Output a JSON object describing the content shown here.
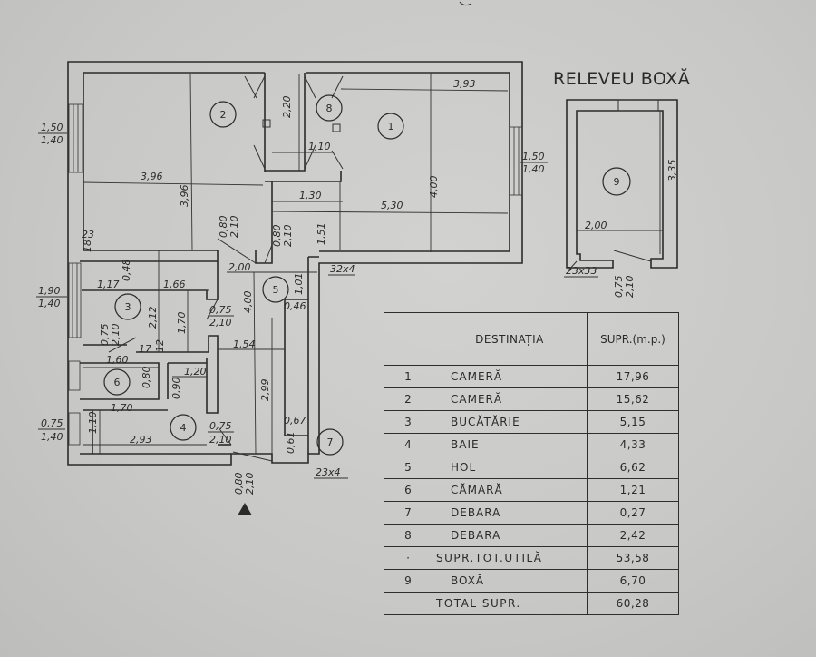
{
  "title": "RELEVEU BOXĂ",
  "legend": {
    "header": {
      "destination": "DESTINAȚIA",
      "area": "SUPR.(m.p.)"
    },
    "rows": [
      {
        "index": "1",
        "destination": "CAMERĂ",
        "area": "17,96"
      },
      {
        "index": "2",
        "destination": "CAMERĂ",
        "area": "15,62"
      },
      {
        "index": "3",
        "destination": "BUCĂTĂRIE",
        "area": "5,15"
      },
      {
        "index": "4",
        "destination": "BAIE",
        "area": "4,33"
      },
      {
        "index": "5",
        "destination": "HOL",
        "area": "6,62"
      },
      {
        "index": "6",
        "destination": "CĂMARĂ",
        "area": "1,21"
      },
      {
        "index": "7",
        "destination": "DEBARA",
        "area": "0,27"
      },
      {
        "index": "8",
        "destination": "DEBARA",
        "area": "2,42"
      },
      {
        "index": "·",
        "destination": "SUPR.TOT.UTILĂ",
        "area": "53,58",
        "summary": true
      },
      {
        "index": "9",
        "destination": "BOXĂ",
        "area": "6,70"
      },
      {
        "index": "",
        "destination": "TOTAL SUPR.",
        "area": "60,28",
        "summary": true
      }
    ]
  },
  "plan": {
    "room_numbers": [
      "1",
      "2",
      "3",
      "4",
      "5",
      "6",
      "7",
      "8",
      "9"
    ],
    "dimensions": {
      "room1_width_top": "3,93",
      "room1_depth": "4,00",
      "room1_width": "5,30",
      "room1_niche": "1,30",
      "room1_niche_depth": "1,51",
      "room2_width": "3,96",
      "room2_depth": "3,96",
      "closet_depth": "2,20",
      "closet_width": "1,10",
      "kitchen_width": "1,17",
      "kitchen_niche": "0,48",
      "kitchen_width2": "1,66",
      "kitchen_depth": "2,12",
      "kitchen_depth2": "1,70",
      "kitchen_small": "12",
      "kitchen_small2": "17",
      "pantry_width": "1,60",
      "pantry_depth": "0,80",
      "bath_width_top": "1,70",
      "bath_depth": "1,10",
      "bath_width": "2,93",
      "bath_niche_w": "1,20",
      "bath_niche_d": "0,90",
      "hall_width": "2,00",
      "hall_depth": "4,00",
      "hall_niche": "1,01",
      "hall_niche2": "0,46",
      "hall_width2": "1,54",
      "hall_depth2": "2,99",
      "debara7_w": "0,67",
      "debara7_d": "0,61",
      "wall_23": "23",
      "wall_18": "18",
      "boxa_depth": "3,35",
      "boxa_width": "2,00"
    },
    "windows": {
      "room2": {
        "w": "1,50",
        "h": "1,40"
      },
      "room1": {
        "w": "1,50",
        "h": "1,40"
      },
      "kitchen": {
        "w": "1,90",
        "h": "1,40"
      },
      "bath": {
        "w": "0,75",
        "h": "1,40"
      }
    },
    "doors": {
      "room2": {
        "w": "0,80",
        "h": "2,10"
      },
      "room1": {
        "w": "0,80",
        "h": "2,10"
      },
      "kitchen": {
        "w": "0,75",
        "h": "2,10"
      },
      "kitchen_inner": {
        "w": "0,75",
        "h": "2,10"
      },
      "bath": {
        "w": "0,75",
        "h": "2,10"
      },
      "entrance": {
        "w": "0,80",
        "h": "2,10"
      },
      "boxa": {
        "w": "0,75",
        "h": "2,10"
      }
    },
    "column_labels": {
      "col1": "32x4",
      "col2": "23x4",
      "boxa_wall": "23x33"
    }
  }
}
